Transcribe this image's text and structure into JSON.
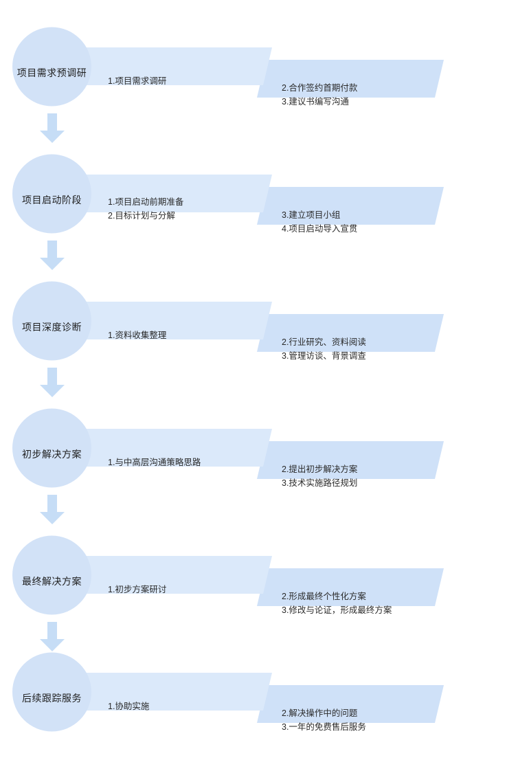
{
  "meta": {
    "title": "项目服务流程图",
    "colors": {
      "circle_fill": "#d2e2f7",
      "band_left_fill": "#dbe9fa",
      "band_right_fill": "#cfe1f8",
      "arrow_fill": "#c6ddf6",
      "text": "#2a2a2a"
    }
  },
  "stages": [
    {
      "circle_label": "项目需求预调研",
      "left_items": [
        "1.项目需求调研"
      ],
      "right_items": [
        "2.合作签约首期付款",
        "3.建议书编写沟通"
      ],
      "arrow": "down-arrow"
    },
    {
      "circle_label": "项目启动阶段",
      "left_items": [
        "1.项目启动前期准备",
        "2.目标计划与分解"
      ],
      "right_items": [
        "3.建立项目小组",
        "4.项目启动导入宣贯"
      ],
      "arrow": "down-arrow"
    },
    {
      "circle_label": "项目深度诊断",
      "left_items": [
        "1.资料收集整理"
      ],
      "right_items": [
        "2.行业研究、资料阅读",
        "3.管理访谈、背景调查"
      ],
      "arrow": "down-arrow"
    },
    {
      "circle_label": "初步解决方案",
      "left_items": [
        "1.与中高层沟通策略思路"
      ],
      "right_items": [
        "2.提出初步解决方案",
        "3.技术实施路径规划"
      ],
      "arrow": "down-arrow"
    },
    {
      "circle_label": "最终解决方案",
      "left_items": [
        "1.初步方案研讨"
      ],
      "right_items": [
        "2.形成最终个性化方案",
        "3.修改与论证，形成最终方案"
      ],
      "arrow": "down-arrow"
    },
    {
      "circle_label": "后续跟踪服务",
      "left_items": [
        "1.协助实施"
      ],
      "right_items": [
        "2.解决操作中的问题",
        "3.一年的免费售后服务"
      ],
      "arrow": null
    }
  ]
}
